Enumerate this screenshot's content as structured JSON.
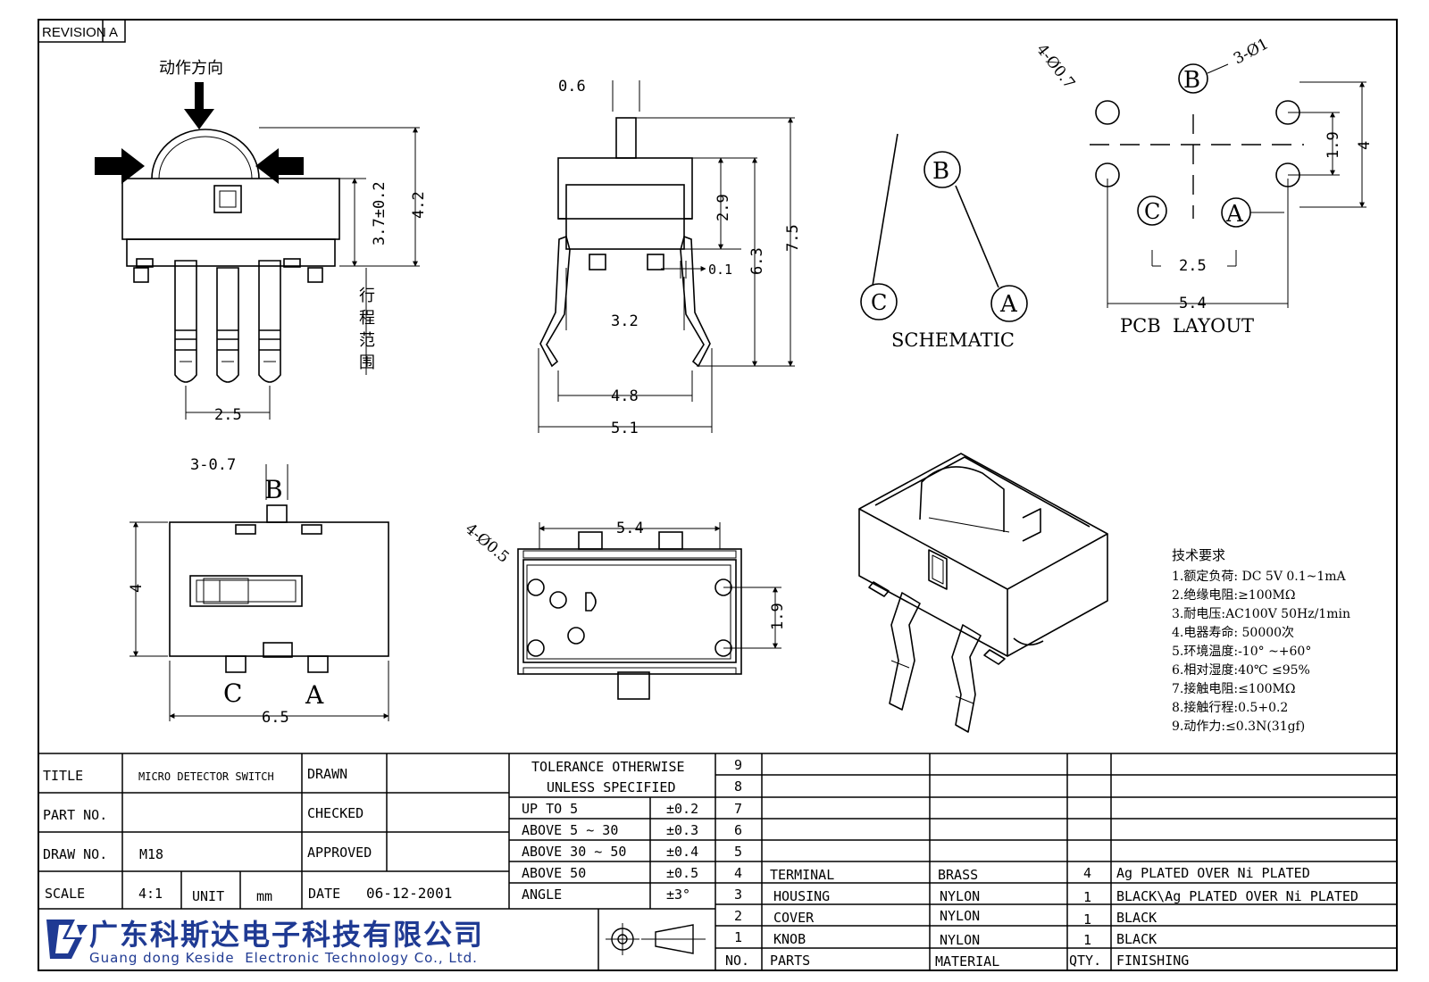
{
  "revision": {
    "label": "REVISION",
    "value": "A"
  },
  "side_view": {
    "action_label": "动作方向",
    "travel_label": [
      "行",
      "程",
      "范",
      "围"
    ],
    "dim_height": "3.7±0.2",
    "dim_total": "4.2",
    "dim_pitch": "2.5"
  },
  "front_view": {
    "dim_pin": "0.6",
    "dim_body": "2.9",
    "dim_gap": "0.1",
    "dim_mid": "6.3",
    "dim_total": "7.5",
    "dim_inner": "3.2",
    "dim_foot": "4.8",
    "dim_width": "5.1"
  },
  "schematic": {
    "title": "SCHEMATIC",
    "B": "B",
    "C": "C",
    "A": "A"
  },
  "pcb": {
    "title": "PCB  LAYOUT",
    "hole_large": "4-Ø0.7",
    "hole_small": "3-Ø1",
    "dim_19": "1.9",
    "dim_4": "4",
    "dim_25": "2.5",
    "dim_54": "5.4",
    "B": "B",
    "C": "C",
    "A": "A"
  },
  "top_view": {
    "pins": "3-0.7",
    "B": "B",
    "C": "C",
    "A": "A",
    "dim_h": "4",
    "dim_w": "6.5"
  },
  "bottom_view": {
    "holes": "4-Ø0.5",
    "dim_w": "5.4",
    "dim_h": "1.9"
  },
  "tech": {
    "title": "技术要求",
    "items": [
      "1.额定负荷: DC 5V  0.1~1mA",
      "2.绝缘电阻:≥100MΩ",
      "3.耐电压:AC100V 50Hz/1min",
      "4.电器寿命: 50000次",
      "5.环境温度:-10°  ~+60°",
      "6.相对湿度:40℃   ≤95%",
      "7.接触电阻:≤100MΩ",
      "8.接触行程:0.5+0.2",
      "9.动作力:≤0.3N(31gf)"
    ]
  },
  "title_block": {
    "title_label": "TITLE",
    "title_value": "MICRO DETECTOR SWITCH",
    "part_label": "PART NO.",
    "part_value": "",
    "draw_label": "DRAW NO.",
    "draw_value": "M18",
    "scale_label": "SCALE",
    "scale_value": "4:1",
    "unit_label": "UNIT",
    "unit_value": "mm",
    "drawn_label": "DRAWN",
    "checked_label": "CHECKED",
    "approved_label": "APPROVED",
    "date_label": "DATE",
    "date_value": "06-12-2001",
    "tolerance_title_1": "TOLERANCE OTHERWISE",
    "tolerance_title_2": "UNLESS SPECIFIED",
    "tolerance": [
      {
        "range": "UP TO 5",
        "value": "±0.2"
      },
      {
        "range": "ABOVE 5 ~ 30",
        "value": "±0.3"
      },
      {
        "range": "ABOVE 30 ~ 50",
        "value": "±0.4"
      },
      {
        "range": "ABOVE 50",
        "value": "±0.5"
      },
      {
        "range": "ANGLE",
        "value": "±3°"
      }
    ],
    "company_cn": "广东科斯达电子科技有限公司",
    "company_en": "Guang dong Keside  Electronic Technology Co., Ltd."
  },
  "bom": {
    "headers": {
      "no": "NO.",
      "parts": "PARTS",
      "material": "MATERIAL",
      "qty": "QTY.",
      "finishing": "FINISHING"
    },
    "empty_rows": [
      "9",
      "8",
      "7",
      "6",
      "5"
    ],
    "rows": [
      {
        "no": "4",
        "part": "TERMINAL",
        "material": "BRASS",
        "qty": "4",
        "finish": "Ag PLATED OVER Ni PLATED"
      },
      {
        "no": "3",
        "part": "HOUSING",
        "material": "NYLON",
        "qty": "1",
        "finish": "BLACK\\Ag PLATED OVER Ni PLATED"
      },
      {
        "no": "2",
        "part": "COVER",
        "material": "NYLON",
        "qty": "1",
        "finish": "BLACK"
      },
      {
        "no": "1",
        "part": "KNOB",
        "material": "NYLON",
        "qty": "1",
        "finish": "BLACK"
      }
    ]
  }
}
